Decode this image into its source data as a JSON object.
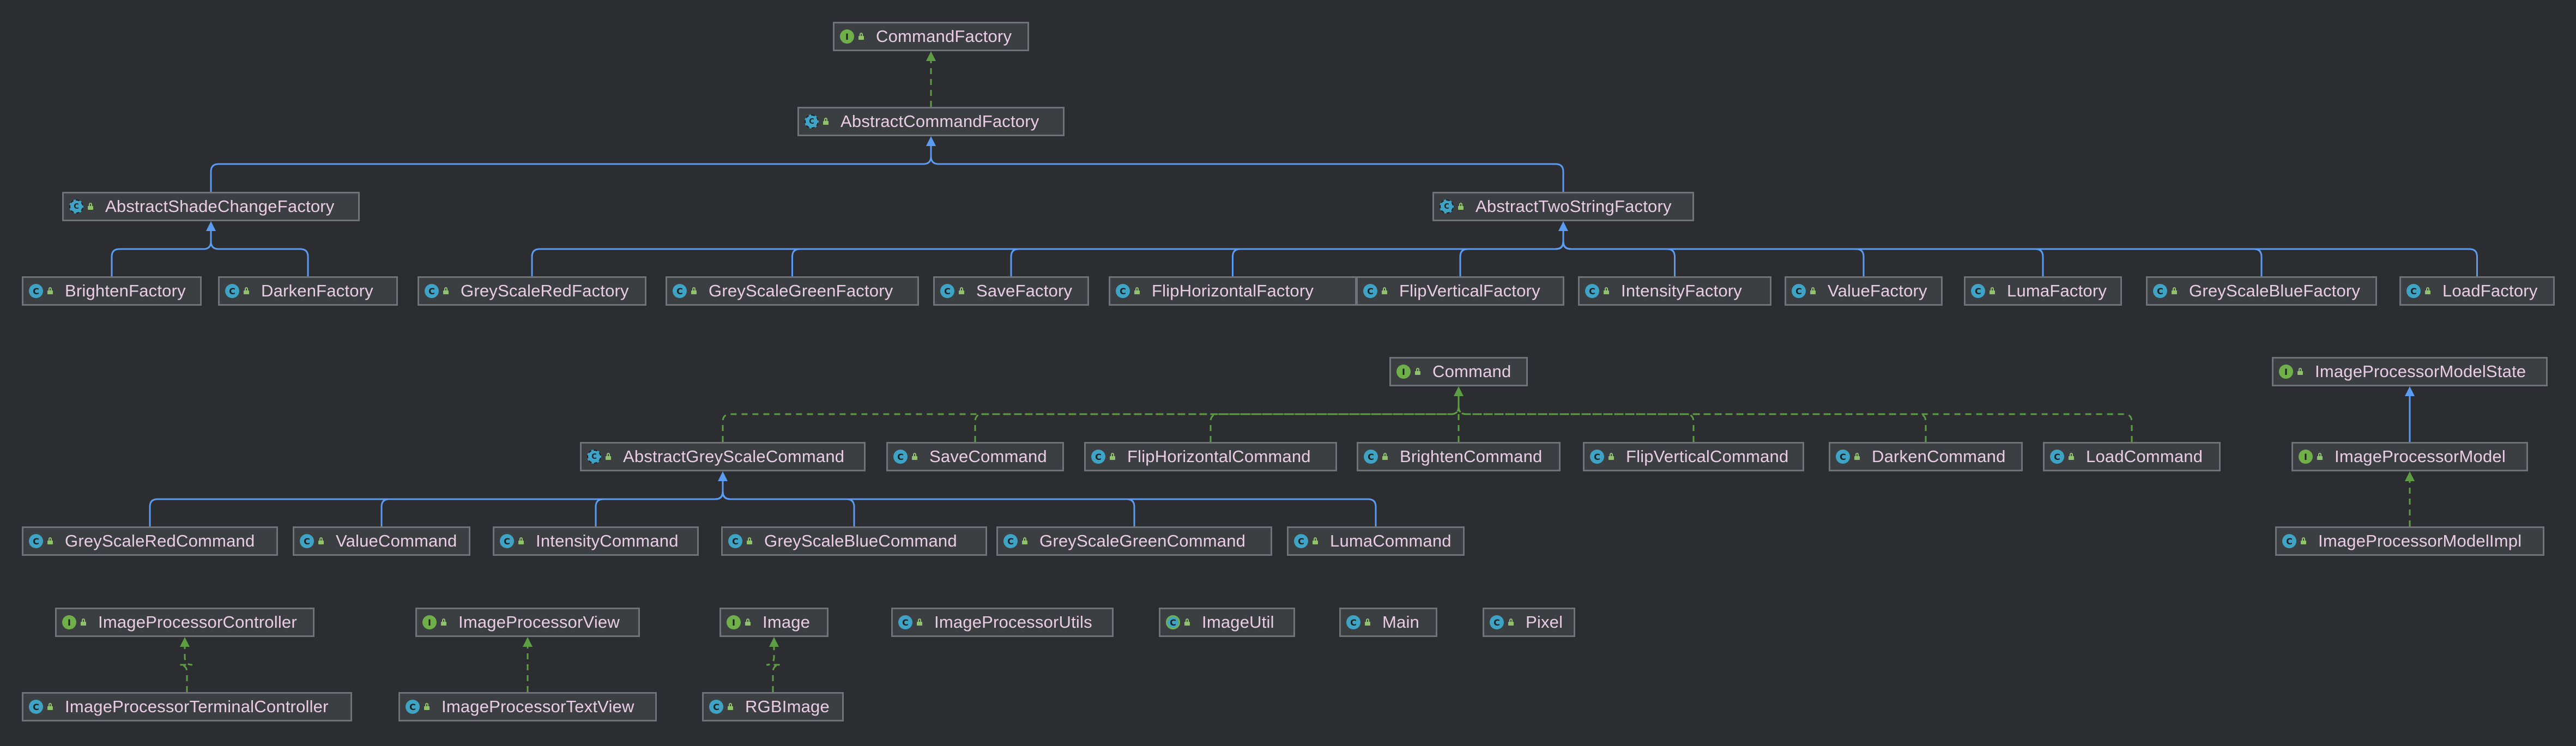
{
  "diagram": {
    "nodes": [
      {
        "id": "command-factory",
        "label": "CommandFactory",
        "kind": "interface"
      },
      {
        "id": "abstract-command-factory",
        "label": "AbstractCommandFactory",
        "kind": "abstract"
      },
      {
        "id": "abstract-shade-change-factory",
        "label": "AbstractShadeChangeFactory",
        "kind": "abstract"
      },
      {
        "id": "abstract-two-string-factory",
        "label": "AbstractTwoStringFactory",
        "kind": "abstract"
      },
      {
        "id": "brighten-factory",
        "label": "BrightenFactory",
        "kind": "class"
      },
      {
        "id": "darken-factory",
        "label": "DarkenFactory",
        "kind": "class"
      },
      {
        "id": "grey-scale-red-factory",
        "label": "GreyScaleRedFactory",
        "kind": "class"
      },
      {
        "id": "grey-scale-green-factory",
        "label": "GreyScaleGreenFactory",
        "kind": "class"
      },
      {
        "id": "save-factory",
        "label": "SaveFactory",
        "kind": "class"
      },
      {
        "id": "flip-horizontal-factory",
        "label": "FlipHorizontalFactory",
        "kind": "class"
      },
      {
        "id": "flip-vertical-factory",
        "label": "FlipVerticalFactory",
        "kind": "class"
      },
      {
        "id": "intensity-factory",
        "label": "IntensityFactory",
        "kind": "class"
      },
      {
        "id": "value-factory",
        "label": "ValueFactory",
        "kind": "class"
      },
      {
        "id": "luma-factory",
        "label": "LumaFactory",
        "kind": "class"
      },
      {
        "id": "grey-scale-blue-factory",
        "label": "GreyScaleBlueFactory",
        "kind": "class"
      },
      {
        "id": "load-factory",
        "label": "LoadFactory",
        "kind": "class"
      },
      {
        "id": "command",
        "label": "Command",
        "kind": "interface"
      },
      {
        "id": "abstract-grey-scale-command",
        "label": "AbstractGreyScaleCommand",
        "kind": "abstract"
      },
      {
        "id": "save-command",
        "label": "SaveCommand",
        "kind": "class"
      },
      {
        "id": "flip-horizontal-command",
        "label": "FlipHorizontalCommand",
        "kind": "class"
      },
      {
        "id": "brighten-command",
        "label": "BrightenCommand",
        "kind": "class"
      },
      {
        "id": "flip-vertical-command",
        "label": "FlipVerticalCommand",
        "kind": "class"
      },
      {
        "id": "darken-command",
        "label": "DarkenCommand",
        "kind": "class"
      },
      {
        "id": "load-command",
        "label": "LoadCommand",
        "kind": "class"
      },
      {
        "id": "grey-scale-red-command",
        "label": "GreyScaleRedCommand",
        "kind": "class"
      },
      {
        "id": "value-command",
        "label": "ValueCommand",
        "kind": "class"
      },
      {
        "id": "intensity-command",
        "label": "IntensityCommand",
        "kind": "class"
      },
      {
        "id": "grey-scale-blue-command",
        "label": "GreyScaleBlueCommand",
        "kind": "class"
      },
      {
        "id": "grey-scale-green-command",
        "label": "GreyScaleGreenCommand",
        "kind": "class"
      },
      {
        "id": "luma-command",
        "label": "LumaCommand",
        "kind": "class"
      },
      {
        "id": "image-processor-model-state",
        "label": "ImageProcessorModelState",
        "kind": "interface"
      },
      {
        "id": "image-processor-model",
        "label": "ImageProcessorModel",
        "kind": "interface"
      },
      {
        "id": "image-processor-model-impl",
        "label": "ImageProcessorModelImpl",
        "kind": "class"
      },
      {
        "id": "image-processor-controller",
        "label": "ImageProcessorController",
        "kind": "interface"
      },
      {
        "id": "image-processor-terminal-controller",
        "label": "ImageProcessorTerminalController",
        "kind": "class"
      },
      {
        "id": "image-processor-view",
        "label": "ImageProcessorView",
        "kind": "interface"
      },
      {
        "id": "image-processor-text-view",
        "label": "ImageProcessorTextView",
        "kind": "class"
      },
      {
        "id": "image",
        "label": "Image",
        "kind": "interface"
      },
      {
        "id": "rgb-image",
        "label": "RGBImage",
        "kind": "class"
      },
      {
        "id": "image-processor-utils",
        "label": "ImageProcessorUtils",
        "kind": "class"
      },
      {
        "id": "image-util",
        "label": "ImageUtil",
        "kind": "final"
      },
      {
        "id": "main",
        "label": "Main",
        "kind": "class"
      },
      {
        "id": "pixel",
        "label": "Pixel",
        "kind": "class"
      }
    ],
    "edges": [
      {
        "from": "abstract-command-factory",
        "to": "command-factory",
        "type": "implements"
      },
      {
        "from": "abstract-shade-change-factory",
        "to": "abstract-command-factory",
        "type": "extends"
      },
      {
        "from": "abstract-two-string-factory",
        "to": "abstract-command-factory",
        "type": "extends"
      },
      {
        "from": "brighten-factory",
        "to": "abstract-shade-change-factory",
        "type": "extends"
      },
      {
        "from": "darken-factory",
        "to": "abstract-shade-change-factory",
        "type": "extends"
      },
      {
        "from": "grey-scale-red-factory",
        "to": "abstract-two-string-factory",
        "type": "extends"
      },
      {
        "from": "grey-scale-green-factory",
        "to": "abstract-two-string-factory",
        "type": "extends"
      },
      {
        "from": "save-factory",
        "to": "abstract-two-string-factory",
        "type": "extends"
      },
      {
        "from": "flip-horizontal-factory",
        "to": "abstract-two-string-factory",
        "type": "extends"
      },
      {
        "from": "flip-vertical-factory",
        "to": "abstract-two-string-factory",
        "type": "extends"
      },
      {
        "from": "intensity-factory",
        "to": "abstract-two-string-factory",
        "type": "extends"
      },
      {
        "from": "value-factory",
        "to": "abstract-two-string-factory",
        "type": "extends"
      },
      {
        "from": "luma-factory",
        "to": "abstract-two-string-factory",
        "type": "extends"
      },
      {
        "from": "grey-scale-blue-factory",
        "to": "abstract-two-string-factory",
        "type": "extends"
      },
      {
        "from": "load-factory",
        "to": "abstract-two-string-factory",
        "type": "extends"
      },
      {
        "from": "abstract-grey-scale-command",
        "to": "command",
        "type": "implements"
      },
      {
        "from": "save-command",
        "to": "command",
        "type": "implements"
      },
      {
        "from": "flip-horizontal-command",
        "to": "command",
        "type": "implements"
      },
      {
        "from": "brighten-command",
        "to": "command",
        "type": "implements"
      },
      {
        "from": "flip-vertical-command",
        "to": "command",
        "type": "implements"
      },
      {
        "from": "darken-command",
        "to": "command",
        "type": "implements"
      },
      {
        "from": "load-command",
        "to": "command",
        "type": "implements"
      },
      {
        "from": "grey-scale-red-command",
        "to": "abstract-grey-scale-command",
        "type": "extends"
      },
      {
        "from": "value-command",
        "to": "abstract-grey-scale-command",
        "type": "extends"
      },
      {
        "from": "intensity-command",
        "to": "abstract-grey-scale-command",
        "type": "extends"
      },
      {
        "from": "grey-scale-blue-command",
        "to": "abstract-grey-scale-command",
        "type": "extends"
      },
      {
        "from": "grey-scale-green-command",
        "to": "abstract-grey-scale-command",
        "type": "extends"
      },
      {
        "from": "luma-command",
        "to": "abstract-grey-scale-command",
        "type": "extends"
      },
      {
        "from": "image-processor-model",
        "to": "image-processor-model-state",
        "type": "extends"
      },
      {
        "from": "image-processor-model-impl",
        "to": "image-processor-model",
        "type": "implements"
      },
      {
        "from": "image-processor-terminal-controller",
        "to": "image-processor-controller",
        "type": "implements"
      },
      {
        "from": "image-processor-text-view",
        "to": "image-processor-view",
        "type": "implements"
      },
      {
        "from": "rgb-image",
        "to": "image",
        "type": "implements"
      }
    ]
  },
  "icons": {
    "class": "C",
    "interface": "I",
    "abstract": "C",
    "final": "C"
  },
  "colors": {
    "background": "#2b2d30",
    "node_fill": "#3c3f41",
    "node_border": "#6f7378",
    "label": "#e8cde4",
    "extends_edge": "#5b9cf2",
    "implements_edge": "#5d9e44",
    "class_icon": "#3ea3c4",
    "interface_icon": "#6fb04a"
  }
}
